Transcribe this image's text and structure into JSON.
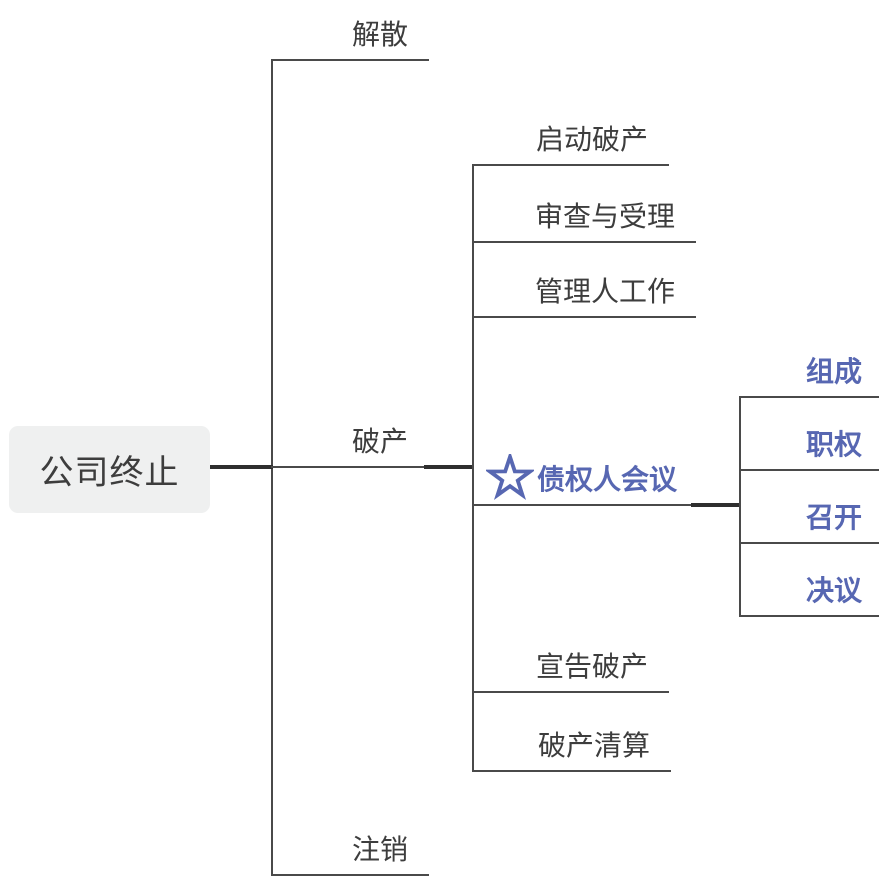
{
  "mindmap": {
    "colors": {
      "accent": "#5767B2",
      "text": "#3D3D3D",
      "line": "#4A4A4A",
      "branch": "#2E2E2E",
      "root_bg": "#EFF0F0"
    },
    "root": {
      "label": "公司终止"
    },
    "children": [
      {
        "label": "解散"
      },
      {
        "label": "破产",
        "children": [
          {
            "label": "启动破产"
          },
          {
            "label": "审查与受理"
          },
          {
            "label": "管理人工作"
          },
          {
            "label": "债权人会议",
            "icon": "star-outline",
            "children": [
              {
                "label": "组成"
              },
              {
                "label": "职权"
              },
              {
                "label": "召开"
              },
              {
                "label": "决议"
              }
            ]
          },
          {
            "label": "宣告破产"
          },
          {
            "label": "破产清算"
          }
        ]
      },
      {
        "label": "注销"
      }
    ]
  }
}
